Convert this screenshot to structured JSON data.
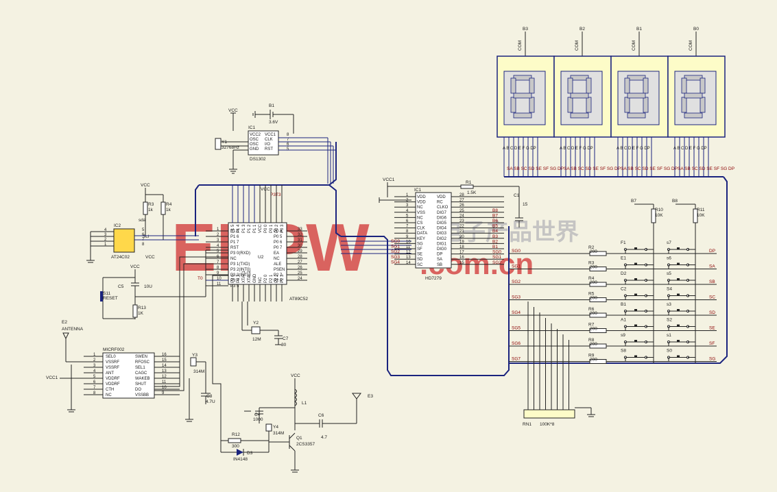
{
  "watermark": {
    "main": "EEPW",
    "url": ".com.cn",
    "cn": "电子产品世界"
  },
  "display": {
    "digits": [
      {
        "label": "B3"
      },
      {
        "label": "B2"
      },
      {
        "label": "B1"
      },
      {
        "label": "B0"
      }
    ],
    "com_label": "COM",
    "seg_labels": "SA SB SC SD SE SF SG DP",
    "seg_pins": "A B C D E F G DP",
    "colors": {
      "panel": "#fdfcc8",
      "segment": "#c8c8c8",
      "outline": "#1a237e"
    }
  },
  "ds1302": {
    "ref": "IC1",
    "part": "DS1302",
    "vcc": "VCC",
    "battery": "B1",
    "battery_value": "3.6V",
    "crystal": "Y1",
    "crystal_value": "32768Hz",
    "pins_left": [
      "VCC2",
      "OSC",
      "OSC",
      "GND"
    ],
    "pins_right": [
      "VCC1",
      "CLK",
      "I/O",
      "RST"
    ],
    "pin_nums": [
      "8",
      "7",
      "6",
      "5"
    ]
  },
  "eeprom": {
    "ref": "IC2",
    "part": "AT24C02",
    "vcc": "VCC",
    "pins_left": [
      "4",
      "3",
      "2",
      "1"
    ],
    "pins_right": [
      "5",
      "6",
      "7",
      "8"
    ],
    "r3": "R3",
    "r3_value": "1k",
    "r4": "R4",
    "r4_value": "1k",
    "sda": "sda",
    "scl": "Scl"
  },
  "mcu": {
    "ref": "U2",
    "part": "AT89C52",
    "vcc": "VCC",
    "p": "P3T3",
    "left": [
      "P1 0",
      "P1 6",
      "P1 7",
      "RST",
      "P3 0(RXD)",
      "NC",
      "P3 1(TXD)",
      "P3 2(INT0)",
      "P3 3(INT1)",
      "P3 4",
      "P3 5"
    ],
    "left_nums": [
      "1",
      "2",
      "3",
      "4",
      "5",
      "6",
      "7",
      "8",
      "9",
      "10",
      "11"
    ],
    "right": [
      "P0 4",
      "P0 5",
      "P0 6",
      "P0 7",
      "EA",
      "NC",
      "ALE",
      "PSEN",
      "P2 7",
      "P2 6"
    ],
    "right_nums": [
      "33",
      "32",
      "31",
      "30",
      "29",
      "28",
      "27",
      "26",
      "25",
      "24"
    ],
    "top": [
      "P1 5",
      "P1 4",
      "P1 3",
      "P1 2",
      "P1 1",
      "VCC",
      "P0 0",
      "P0 1",
      "P0 2",
      "P0 3"
    ],
    "bottom": [
      "P3 6",
      "P3 7",
      "XTAL1",
      "XTAL2",
      "GND",
      "NC",
      "P2 0",
      "P2 1",
      "P2 2",
      "P2 3"
    ],
    "t0": "T0"
  },
  "reset": {
    "vcc": "VCC",
    "c5": "C5",
    "c5_value": "10U",
    "switch": "S11",
    "switch_value": "RESET",
    "r13": "R13",
    "r13_value": "1K"
  },
  "mcu_xtal": {
    "y2": "Y2",
    "y2_value": "12M",
    "c7": "C7",
    "c7_value": "30"
  },
  "hd7279": {
    "ref": "IC1",
    "part": "HD7279",
    "vcc": "VCC1",
    "r1": "R1",
    "r1_value": "1.5K",
    "c1": "C1",
    "c1_value": "15",
    "left": [
      "VDD",
      "VDD",
      "NC",
      "VSS",
      "NC",
      "CS",
      "CLK",
      "DATA",
      "KEY",
      "SG",
      "SF",
      "SE",
      "SD",
      "SC"
    ],
    "left_nums": [
      "1",
      "2",
      "3",
      "4",
      "5",
      "6",
      "7",
      "8",
      "9",
      "10",
      "11",
      "12",
      "13",
      "14"
    ],
    "right": [
      "VDD",
      "RC",
      "CLKO",
      "DIG7",
      "DIG6",
      "DIG5",
      "DIG4",
      "DIG3",
      "DIG2",
      "DIG1",
      "DIG0",
      "DP",
      "SA",
      "SB"
    ],
    "right_nums": [
      "28",
      "27",
      "26",
      "25",
      "24",
      "23",
      "22",
      "21",
      "20",
      "19",
      "18",
      "17",
      "16",
      "15"
    ],
    "right_nets": [
      "",
      "",
      "",
      "B8",
      "B7",
      "B6",
      "B5",
      "B4",
      "B3",
      "B2",
      "B1",
      "SG0",
      "SG1",
      "SG2"
    ],
    "left_nets": [
      "SG0",
      "SG1",
      "SG2",
      "SG3",
      "SG4"
    ]
  },
  "keypad": {
    "rows": [
      "SG0",
      "SG1",
      "SG2",
      "SG3",
      "SG4",
      "SG5",
      "SG6",
      "SG7"
    ],
    "outputs": [
      "DP",
      "SA",
      "SB",
      "SC",
      "SD",
      "SE",
      "SF",
      "SG"
    ],
    "res": [
      "R2",
      "R3",
      "R4",
      "R5",
      "R6",
      "R7",
      "R8",
      "R9"
    ],
    "res_value": "200",
    "left_keys": [
      "F1",
      "E1",
      "D2",
      "C2",
      "B1",
      "A1",
      "s9",
      "S8"
    ],
    "right_keys": [
      "s7",
      "s6",
      "s5",
      "S4",
      "s3",
      "S2",
      "s1",
      "S0"
    ],
    "b7": "B7",
    "b8": "B8",
    "r10": "R10",
    "r10_value": "10K",
    "r11": "R11",
    "r11_value": "10K",
    "rn": "RN1",
    "rn_value": "100K*8"
  },
  "rf": {
    "antenna": "E2",
    "antenna_label": "ANTENNA",
    "ref": "MICRF002",
    "vcc": "VCC1",
    "left": [
      "SEL0",
      "VSSRF",
      "VSSRF",
      "ANT",
      "VDDRF",
      "VDDRF",
      "CTH",
      "NC"
    ],
    "left_nums": [
      "1",
      "2",
      "3",
      "4",
      "5",
      "6",
      "7",
      "8"
    ],
    "right": [
      "SWEN",
      "RFOSC",
      "SEL1",
      "CAGC",
      "WAKEB",
      "SHUT",
      "DO",
      "VSSBB"
    ],
    "right_nums": [
      "16",
      "15",
      "14",
      "13",
      "12",
      "11",
      "10",
      "9"
    ],
    "y3": "Y3",
    "y3_value": "314M",
    "c3": "C3",
    "c3_value": "4.7U"
  },
  "tx": {
    "vcc": "VCC",
    "l1": "L1",
    "c4": "C4",
    "c4_value": "1000",
    "y4": "Y4",
    "y4_value": "314M",
    "q1": "Q1",
    "q1_value": "2CS3357",
    "c6": "C6",
    "c6_value": "4.7",
    "e3": "E3",
    "r12": "R12",
    "r12_value": "300",
    "d3": "D3",
    "d3_value": "IN4148"
  }
}
